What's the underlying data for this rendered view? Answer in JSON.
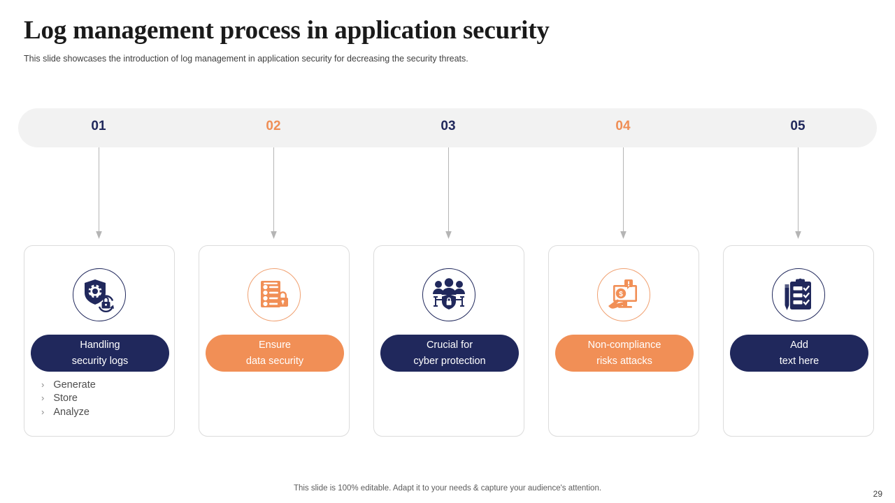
{
  "slide": {
    "title": "Log management process in application security",
    "subtitle": "This slide showcases the introduction of log management in application security for decreasing the security threats.",
    "footer_note": "This slide is 100% editable. Adapt it to your needs & capture your audience's attention.",
    "page_number": "29"
  },
  "colors": {
    "navy": "#20285c",
    "orange": "#f18f56",
    "bar_background": "#f2f2f2",
    "card_border": "#dcdcdc",
    "connector": "#b5b5b5"
  },
  "steps": [
    {
      "number": "01",
      "color": "navy"
    },
    {
      "number": "02",
      "color": "orange"
    },
    {
      "number": "03",
      "color": "navy"
    },
    {
      "number": "04",
      "color": "orange"
    },
    {
      "number": "05",
      "color": "navy"
    }
  ],
  "cards": [
    {
      "icon": "shield-gear-lock-icon",
      "icon_color": "navy",
      "pill_color": "navy",
      "pill_line1": "Handling",
      "pill_line2": "security logs",
      "bullets": [
        "Generate",
        "Store",
        "Analyze"
      ]
    },
    {
      "icon": "checklist-document-lock-icon",
      "icon_color": "orange",
      "pill_color": "orange",
      "pill_line1": "Ensure",
      "pill_line2": "data security",
      "bullets": []
    },
    {
      "icon": "people-network-shield-lock-icon",
      "icon_color": "navy",
      "pill_color": "navy",
      "pill_line1": "Crucial for",
      "pill_line2": "cyber protection",
      "bullets": []
    },
    {
      "icon": "monitor-money-alert-hand-icon",
      "icon_color": "orange",
      "pill_color": "orange",
      "pill_line1": "Non-compliance",
      "pill_line2": "risks attacks",
      "bullets": []
    },
    {
      "icon": "clipboard-checklist-pen-icon",
      "icon_color": "navy",
      "pill_color": "navy",
      "pill_line1": "Add",
      "pill_line2": "text here",
      "bullets": []
    }
  ],
  "bullet_marker": "›"
}
